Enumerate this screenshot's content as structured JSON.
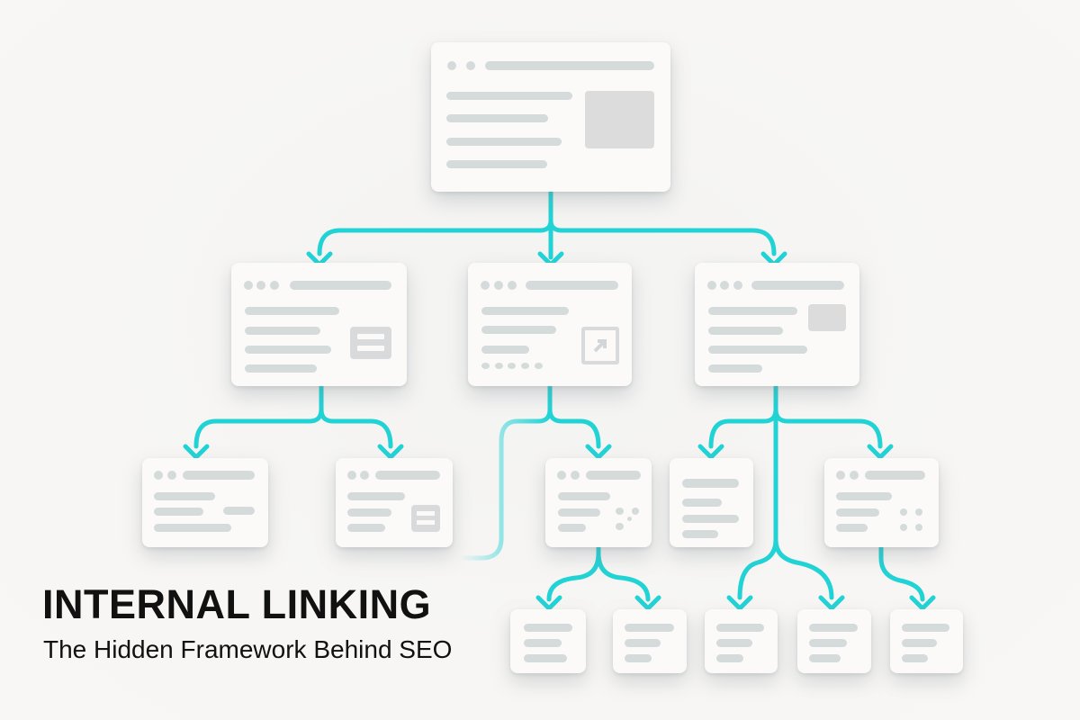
{
  "title": "INTERNAL LINKING",
  "subtitle": "The Hidden Framework Behind SEO",
  "colors": {
    "background": "#f6f5f3",
    "card": "#fbfaf8",
    "placeholder": "#d5dadb",
    "connector": "#22d3d6",
    "text": "#111111"
  },
  "diagram": {
    "type": "site-hierarchy-tree",
    "levels": [
      {
        "level": 0,
        "nodes": [
          "root-page"
        ]
      },
      {
        "level": 1,
        "nodes": [
          "category-a",
          "category-b",
          "category-c"
        ]
      },
      {
        "level": 2,
        "nodes": [
          "page-a1",
          "page-a2",
          "page-b1",
          "page-c1",
          "page-c2"
        ]
      },
      {
        "level": 3,
        "nodes": [
          "sub-b1-1",
          "sub-b1-2",
          "sub-c-1",
          "sub-c-2",
          "sub-c2-1"
        ]
      }
    ],
    "card_icons": {
      "category-a": "list-icon",
      "category-b": "external-link-icon",
      "category-c": "image-placeholder",
      "page-a2": "list-icon",
      "page-b1": "scatter-dots-icon",
      "page-c2": "grid-dots-icon",
      "root-page": "image-placeholder"
    }
  }
}
